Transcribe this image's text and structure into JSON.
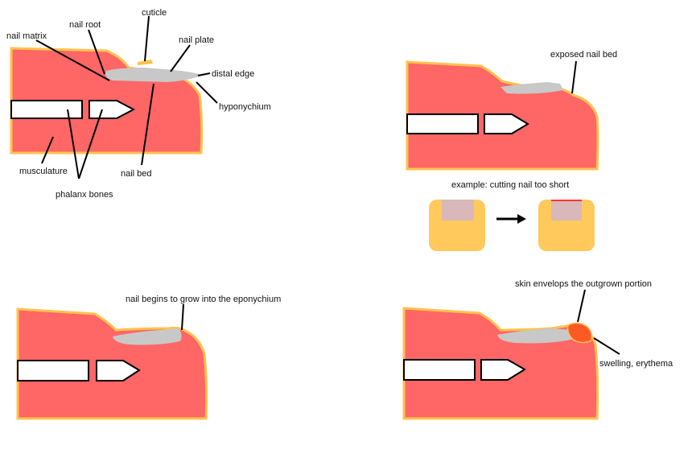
{
  "colors": {
    "skin": "#ff6666",
    "skin_outline": "#ffc24d",
    "nail": "#c8c8c8",
    "bone": "#ffffff",
    "line": "#000000",
    "inflammation": "#ff5a26",
    "toe_fill": "#ffc95c",
    "toe_nail": "#d8b8b8",
    "cut_edge": "#ff3333"
  },
  "panel1": {
    "labels": {
      "cuticle": "cuticle",
      "nail_root": "nail root",
      "nail_matrix": "nail matrix",
      "nail_plate": "nail plate",
      "distal_edge": "distal edge",
      "hyponychium": "hyponychium",
      "nail_bed": "nail bed",
      "musculature": "musculature",
      "phalanx_bones": "phalanx bones"
    }
  },
  "panel2": {
    "labels": {
      "exposed_nail_bed": "exposed nail bed",
      "example": "example: cutting nail too short"
    },
    "arrow_icon": "right-arrow-icon"
  },
  "panel3": {
    "labels": {
      "grow_into": "nail begins to grow into the eponychium"
    }
  },
  "panel4": {
    "labels": {
      "envelops": "skin envelops the outgrown portion",
      "swelling": "swelling, erythema"
    }
  }
}
